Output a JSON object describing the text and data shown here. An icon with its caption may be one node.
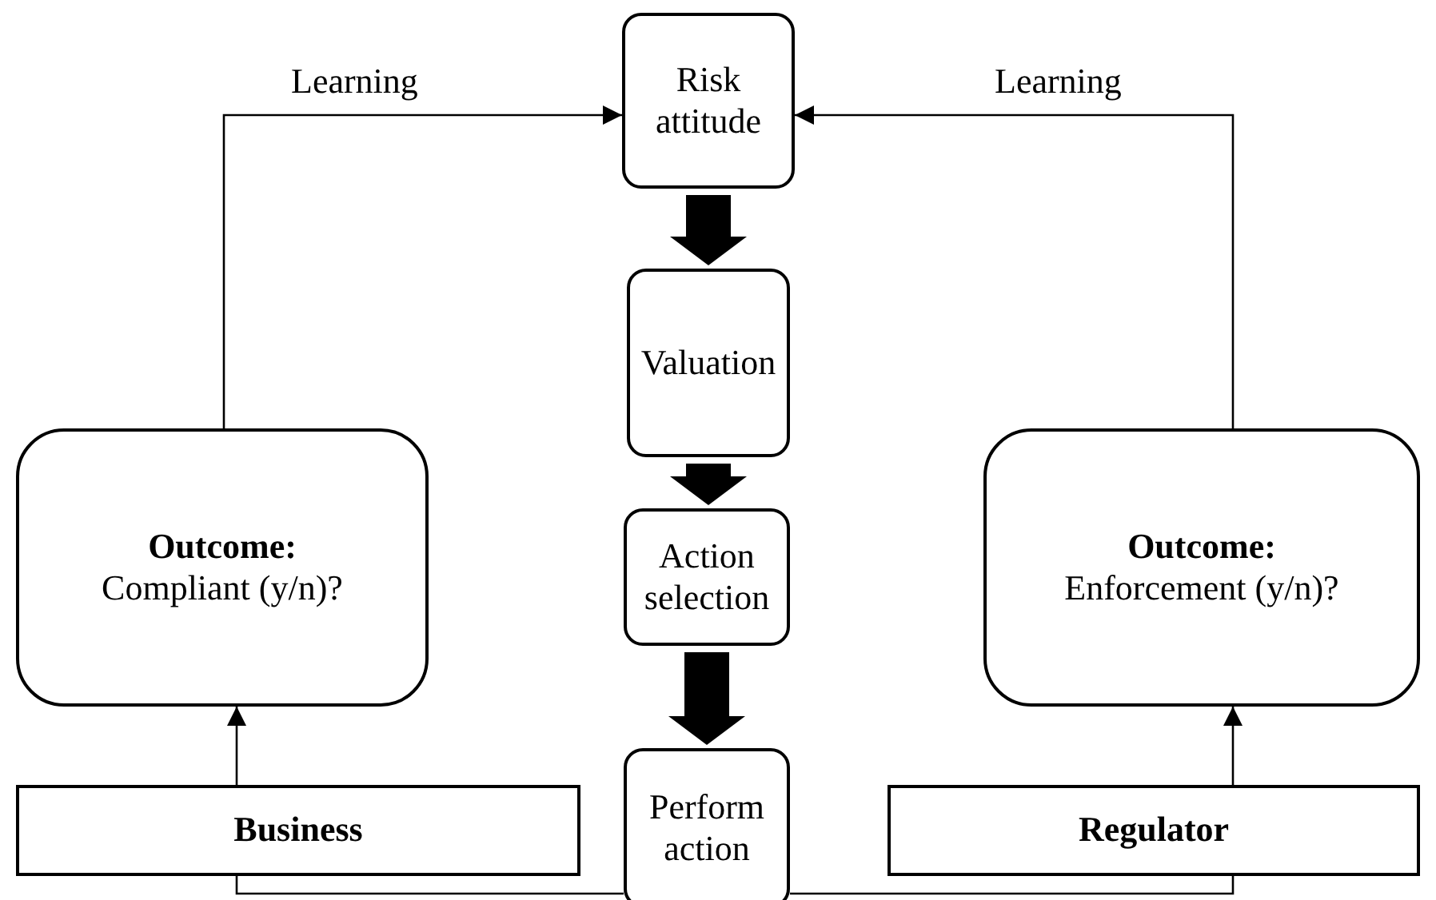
{
  "diagram": {
    "nodes": [
      {
        "text": [
          "Risk attitude"
        ]
      },
      {
        "text": [
          "Valuation"
        ]
      },
      {
        "text": [
          "Action selection"
        ]
      },
      {
        "text": [
          "Perform action"
        ]
      },
      {
        "text": [
          "Outcome:",
          "Compliant (y/n)?"
        ]
      },
      {
        "text": [
          "Outcome:",
          "Enforcement (y/n)?"
        ]
      },
      {
        "text": [
          "Business"
        ]
      },
      {
        "text": [
          "Regulator"
        ]
      }
    ],
    "edges": [
      {
        "from": 0,
        "to": 1,
        "arrow": "to",
        "style": "thick"
      },
      {
        "from": 1,
        "to": 2,
        "arrow": "to",
        "style": "thick"
      },
      {
        "from": 2,
        "to": 3,
        "arrow": "to",
        "style": "thick"
      },
      {
        "from": 6,
        "to": 4,
        "arrow": "to"
      },
      {
        "from": 7,
        "to": 5,
        "arrow": "to"
      },
      {
        "from": 4,
        "to": 0,
        "arrow": "to",
        "label": "Learning"
      },
      {
        "from": 5,
        "to": 0,
        "arrow": "to",
        "label": "Learning"
      },
      {
        "from": 3,
        "to": 6,
        "arrow": "none"
      },
      {
        "from": 3,
        "to": 7,
        "arrow": "none"
      }
    ]
  }
}
